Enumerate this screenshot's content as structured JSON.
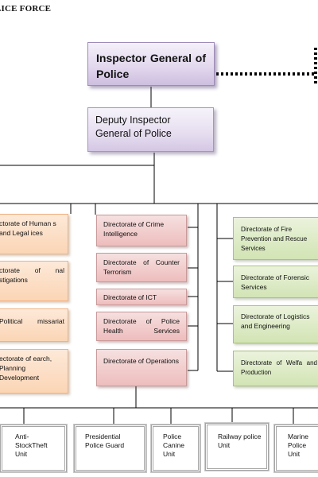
{
  "heading": "LICE FORCE",
  "top": {
    "inspector_general": "Inspector General of Police",
    "deputy_inspector_general": "Deputy Inspector General of Police"
  },
  "left_column": [
    "ctorate of Human s and Legal ices",
    "ctorate of nal stigations",
    "Political missariat",
    "ectorate of earch, Planning Development"
  ],
  "middle_column": [
    "Directorate of Crime Intelligence",
    "Directorate of Counter Terrorism",
    "Directorate of ICT",
    "Directorate of Police Health Services",
    "Directorate of Operations"
  ],
  "right_column": [
    "Directorate of Fire Prevention and Rescue Services",
    "Directorate of Forensic Services",
    "Directorate of Logistics and Engineering",
    "Directorate of Welfa and Production"
  ],
  "units": [
    "Anti-StockTheft Unit",
    "Presidential Police Guard",
    "Police Canine Unit",
    "Railway police Unit",
    "Marine Police Unit"
  ],
  "colors": {
    "purple": "#e3d9ee",
    "orange": "#fbd5b5",
    "red": "#eebdbd",
    "green": "#d2e4b4",
    "connector": "#000000"
  }
}
